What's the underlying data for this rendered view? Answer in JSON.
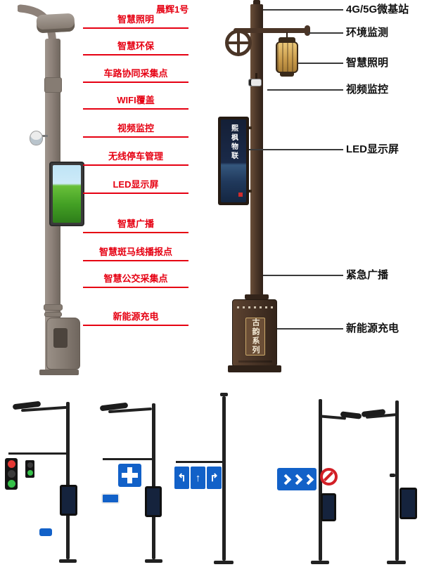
{
  "left_pole": {
    "title": "晨辉1号",
    "labels": [
      "智慧照明",
      "智慧环保",
      "车路协同采集点",
      "WIFI覆盖",
      "视频监控",
      "无线停车管理",
      "LED显示屏",
      "智慧广播",
      "智慧斑马线播报点",
      "智慧公交采集点",
      "新能源充电"
    ]
  },
  "right_pole": {
    "labels": [
      "4G/5G微基站",
      "环境监测",
      "智慧照明",
      "视频监控",
      "LED显示屏",
      "紧急广播",
      "新能源充电"
    ],
    "banner_text": "熙枫物联",
    "cabinet_text": "古韵系列"
  },
  "bottom_row": {
    "lane_sign_glyphs": [
      "↰",
      "↑",
      "↱"
    ]
  },
  "colors": {
    "label_red": "#e60012",
    "left_pole_gray": "#8d8179",
    "right_pole_brown": "#4a3527",
    "lantern_gold": "#d8b05e",
    "sign_blue": "#1261c8",
    "prohibition_red": "#d21f26"
  }
}
